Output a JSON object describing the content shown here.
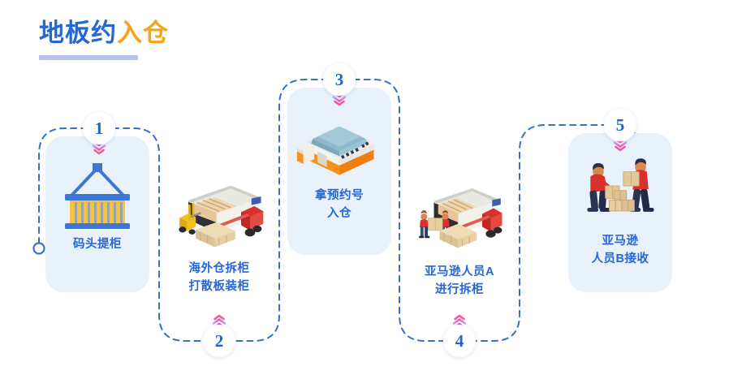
{
  "title": {
    "part_a": "地板约",
    "part_b": "入仓",
    "full": "地板约入仓",
    "color_a": "#2567d6",
    "color_b": "#f5a417",
    "underline_color": "#b9c3e8"
  },
  "flow": {
    "line_color": "#3a6fc4",
    "line_style": "dashed",
    "start_marker": "ring-circle",
    "end_marker": "ring-circle",
    "chevron_colors": [
      "#b7a8f0",
      "#e36fd0",
      "#f05ab0"
    ],
    "card_tint": "#e9f2fb",
    "label_color": "#2567d6",
    "badge_number_color": "#1a63d6"
  },
  "steps": [
    {
      "number": "1",
      "label_lines": [
        "码头提柜"
      ],
      "icon": "shipping-container-icon",
      "badge_position": "top",
      "card_tinted": true
    },
    {
      "number": "2",
      "label_lines": [
        "海外仓拆柜",
        "打散板装柜"
      ],
      "icon": "truck-forklift-icon",
      "badge_position": "bottom",
      "card_tinted": false
    },
    {
      "number": "3",
      "label_lines": [
        "拿预约号",
        "入仓"
      ],
      "icon": "warehouse-icon",
      "badge_position": "top",
      "card_tinted": true
    },
    {
      "number": "4",
      "label_lines": [
        "亚马逊人员A",
        "进行拆柜"
      ],
      "icon": "truck-workers-icon",
      "badge_position": "bottom",
      "card_tinted": false
    },
    {
      "number": "5",
      "label_lines": [
        "亚马逊",
        "人员B接收"
      ],
      "icon": "workers-boxes-icon",
      "badge_position": "top",
      "card_tinted": true
    }
  ]
}
